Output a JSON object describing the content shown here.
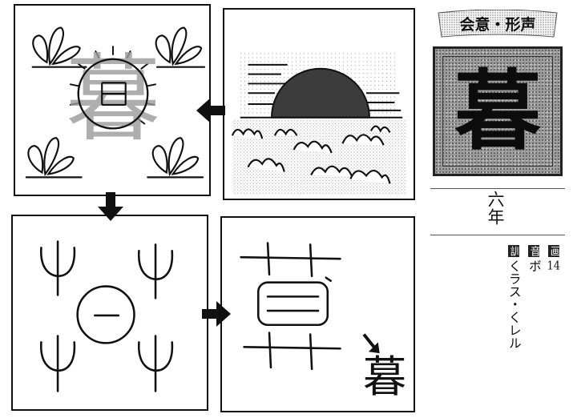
{
  "badge_text": "会意・形声",
  "kanji": "暮",
  "grade": "六年",
  "info": {
    "strokes_label": "画",
    "strokes_value": "14",
    "on_label": "音",
    "on_value": "ボ",
    "kun_label": "訓",
    "kun_value": "くラス・くレル"
  },
  "panel4_result_char": "暮"
}
